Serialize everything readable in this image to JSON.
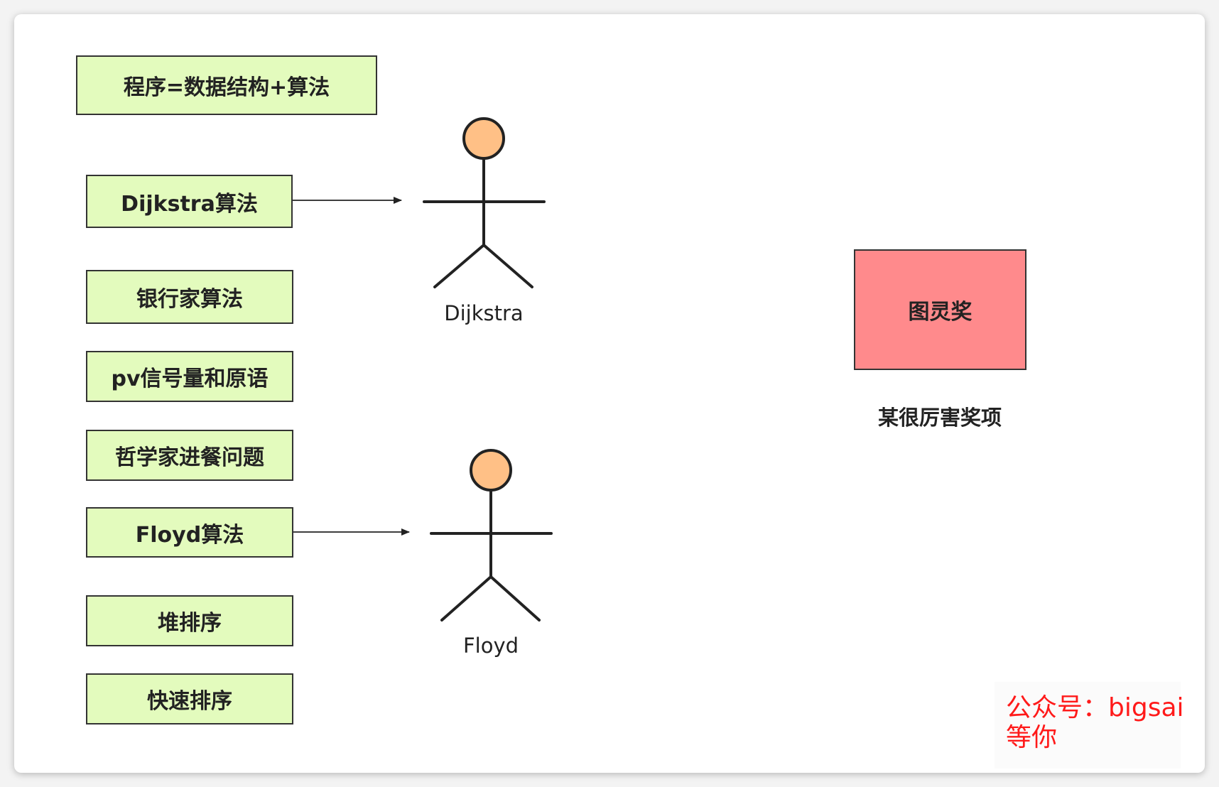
{
  "boxes": {
    "program": "程序=数据结构+算法",
    "dijkstra_algo": "Dijkstra算法",
    "banker": "银行家算法",
    "pv": "pv信号量和原语",
    "philosophers": "哲学家进餐问题",
    "floyd_algo": "Floyd算法",
    "heap_sort": "堆排序",
    "quick_sort": "快速排序"
  },
  "actors": {
    "dijkstra": "Dijkstra",
    "floyd": "Floyd"
  },
  "award": {
    "title": "图灵奖",
    "caption": "某很厉害奖项"
  },
  "watermark": {
    "line1": "公众号：bigsai",
    "line2": "等你"
  },
  "colors": {
    "box_fill": "#e3fbbd",
    "award_fill": "#ff8a8c",
    "actor_head": "#ffc086",
    "watermark_text": "#ff1a1a"
  }
}
